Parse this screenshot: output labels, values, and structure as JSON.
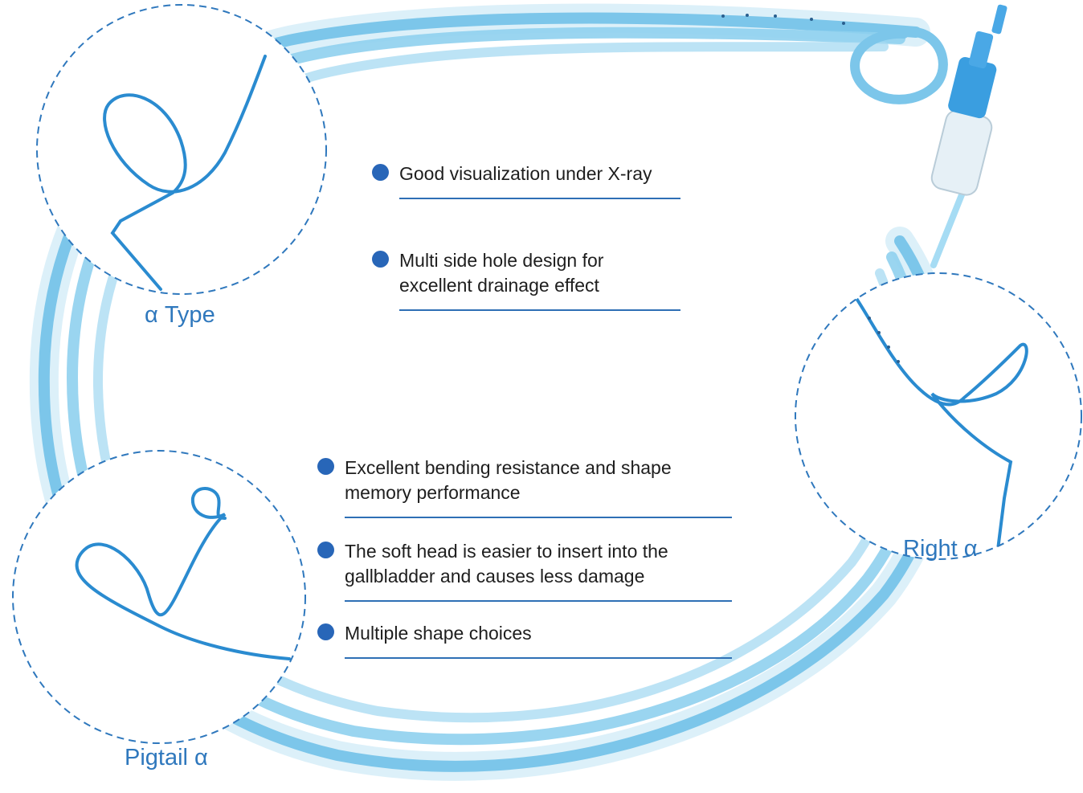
{
  "colors": {
    "tube": "#7cc6ea",
    "tube_light": "#bfe3f4",
    "wire": "#2a8bd0",
    "caption": "#2f78bd",
    "bullet": "#2866b8",
    "rule": "#2e6fb5",
    "text": "#1e1e1e"
  },
  "captions": {
    "alpha_type": "α Type",
    "pigtail_alpha": "Pigtail α",
    "right_alpha": "Right α"
  },
  "features_top": [
    "Good visualization under X-ray",
    "Multi side hole design for excellent drainage effect"
  ],
  "features_bottom": [
    "Excellent bending resistance and shape memory performance",
    "The soft head is easier to insert into the gallbladder and causes less damage",
    "Multiple shape choices"
  ]
}
